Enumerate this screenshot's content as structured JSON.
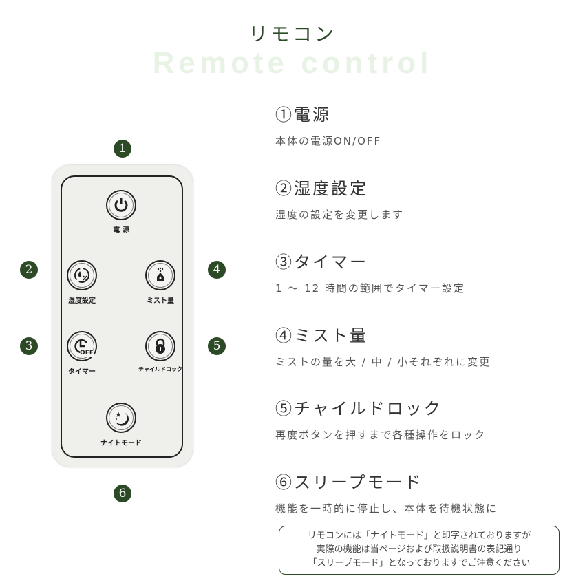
{
  "header": {
    "title": "リモコン",
    "background_text": "Remote control"
  },
  "remote": {
    "buttons": [
      {
        "label": "電 源",
        "icon": "power-icon"
      },
      {
        "label": "湿度設定",
        "icon": "humidity-icon"
      },
      {
        "label": "ミスト量",
        "icon": "mist-icon"
      },
      {
        "label": "タイマー",
        "icon": "timer-off-icon",
        "icon_text": "OFF"
      },
      {
        "label": "チャイルドロック",
        "icon": "lock-icon"
      },
      {
        "label": "ナイトモード",
        "icon": "moon-icon"
      }
    ],
    "badges": [
      "1",
      "2",
      "3",
      "4",
      "5",
      "6"
    ]
  },
  "items": [
    {
      "title": "①電源",
      "desc": "本体の電源ON/OFF"
    },
    {
      "title": "②湿度設定",
      "desc": "湿度の設定を変更します"
    },
    {
      "title": "③タイマー",
      "desc": "1 〜 12 時間の範囲でタイマー設定"
    },
    {
      "title": "④ミスト量",
      "desc": "ミストの量を大 / 中 / 小それぞれに変更"
    },
    {
      "title": "⑤チャイルドロック",
      "desc": "再度ボタンを押すまで各種操作をロック"
    },
    {
      "title": "⑥スリープモード",
      "desc": "機能を一時的に停止し、本体を待機状態に"
    }
  ],
  "note": {
    "lines": [
      "リモコンには「ナイトモード」と印字されておりますが",
      "実際の機能は当ページおよび取扱説明書の表記通り",
      "「スリープモード」となっておりますでご注意ください"
    ]
  },
  "colors": {
    "accent": "#2d4a27",
    "bg_text": "#e8f3e6"
  }
}
